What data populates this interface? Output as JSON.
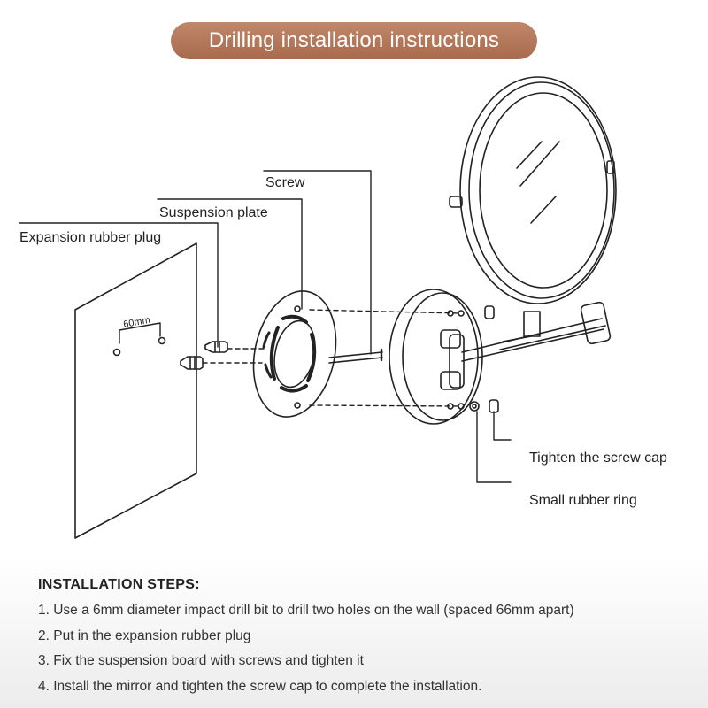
{
  "title": "Drilling installation instructions",
  "labels": {
    "screw": "Screw",
    "suspension_plate": "Suspension plate",
    "expansion_plug": "Expansion rubber plug",
    "screw_cap": "Tighten the screw cap",
    "rubber_ring": "Small rubber ring",
    "spacing": "60mm"
  },
  "steps": {
    "heading": "INSTALLATION STEPS:",
    "items": [
      "1. Use a 6mm diameter impact drill bit to drill two holes on the wall (spaced 66mm apart)",
      "2. Put in the expansion rubber plug",
      "3. Fix the suspension board with screws and tighten it",
      "4. Install the mirror and tighten the screw cap to complete the installation."
    ]
  },
  "colors": {
    "title_bg": "#b47758",
    "line": "#222222"
  },
  "icons": [
    "mirror",
    "wall",
    "suspension-plate",
    "screw",
    "expansion-plug",
    "screw-cap",
    "rubber-ring"
  ]
}
